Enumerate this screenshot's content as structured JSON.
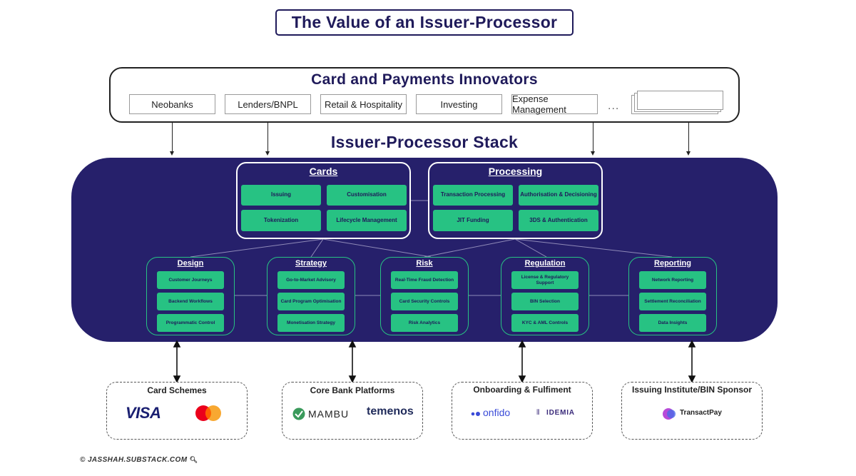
{
  "title": "The Value of an Issuer-Processor",
  "innovators": {
    "title": "Card and Payments Innovators",
    "segments": [
      "Neobanks",
      "Lenders/BNPL",
      "Retail & Hospitality",
      "Investing",
      "Expense Management"
    ],
    "more": "..."
  },
  "stack": {
    "title": "Issuer-Processor Stack",
    "cards": {
      "title": "Cards",
      "items": [
        "Issuing",
        "Customisation",
        "Tokenization",
        "Lifecycle Management"
      ]
    },
    "processing": {
      "title": "Processing",
      "items": [
        "Transaction Processing",
        "Authorisation & Decisioning",
        "JIT Funding",
        "3DS & Authentication"
      ]
    },
    "design": {
      "title": "Design",
      "items": [
        "Customer Journeys",
        "Backend Workflows",
        "Programmatic Control"
      ]
    },
    "strategy": {
      "title": "Strategy",
      "items": [
        "Go-to-Market Advisory",
        "Card Program Optimisation",
        "Monetisation Strategy"
      ]
    },
    "risk": {
      "title": "Risk",
      "items": [
        "Real-Time Fraud Detection",
        "Card Security Controls",
        "Risk Analytics"
      ]
    },
    "regulation": {
      "title": "Regulation",
      "items": [
        "License & Regulatory Support",
        "BIN Selection",
        "KYC & AML Controls"
      ]
    },
    "reporting": {
      "title": "Reporting",
      "items": [
        "Network Reporting",
        "Settlement Reconciliation",
        "Data Insights"
      ]
    }
  },
  "partners": {
    "card_schemes": {
      "title": "Card Schemes",
      "logos": [
        "VISA",
        "mastercard"
      ]
    },
    "core_bank": {
      "title": "Core Bank Platforms",
      "logos": [
        "MAMBU",
        "temenos"
      ]
    },
    "onboarding": {
      "title": "Onboarding & Fulfiment",
      "logos": [
        "onfido",
        "IDEMIA"
      ]
    },
    "sponsor": {
      "title": "Issuing Institute/BIN Sponsor",
      "logos": [
        "TransactPay"
      ]
    }
  },
  "footer": "© JASSHAH.SUBSTACK.COM",
  "colors": {
    "navy": "#26206b",
    "green": "#27c283",
    "title": "#1f1a5a",
    "visa": "#1a1f71",
    "mc_red": "#eb001b",
    "mc_orange": "#f79e1b"
  }
}
